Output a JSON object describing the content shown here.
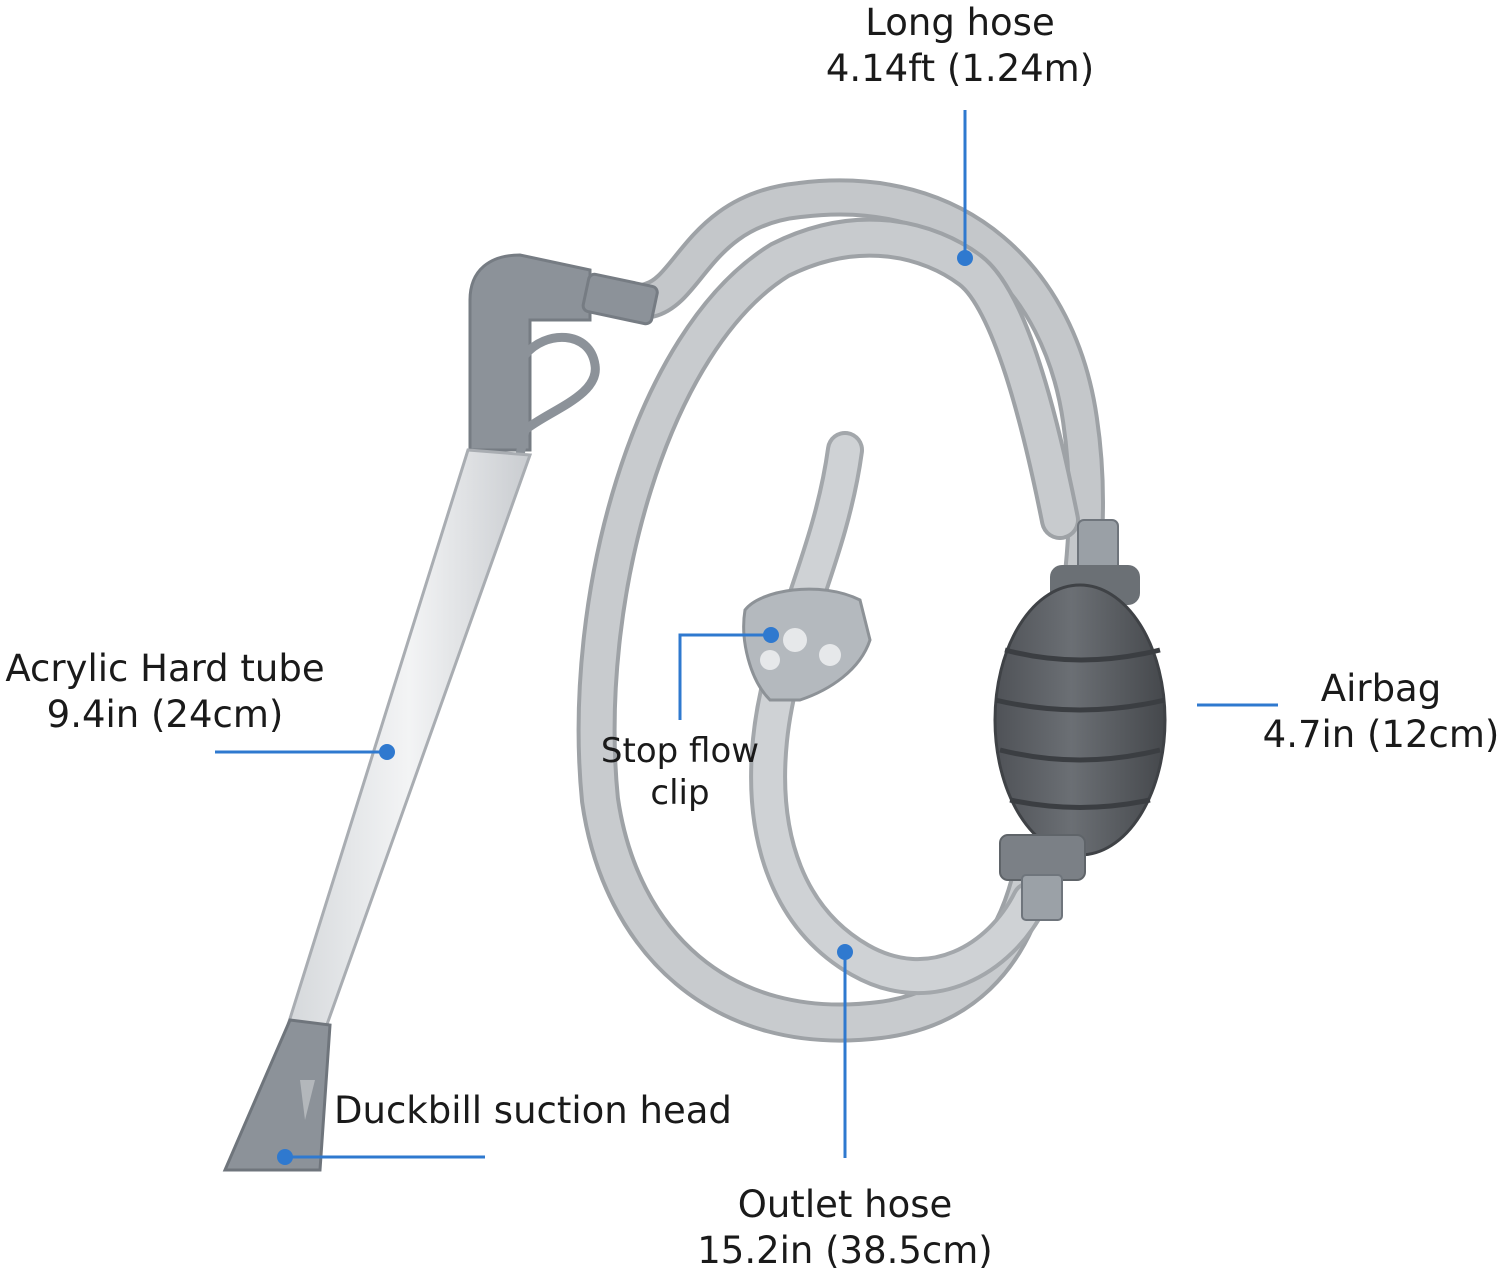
{
  "colors": {
    "leader": "#2f79cf",
    "hose": "#c4c7ca",
    "hose_edge": "#9ea2a6",
    "fitting": "#8c9299",
    "bulb": "#5d6166",
    "background": "#ffffff"
  },
  "labels": {
    "long_hose": {
      "name": "Long hose",
      "size": "4.14ft (1.24m)"
    },
    "acrylic_tube": {
      "name": "Acrylic Hard tube",
      "size": "9.4in (24cm)"
    },
    "stop_clip": {
      "line1": "Stop flow",
      "line2": "clip"
    },
    "airbag": {
      "name": "Airbag",
      "size": "4.7in (12cm)"
    },
    "duckbill": {
      "name": "Duckbill suction head"
    },
    "outlet_hose": {
      "name": "Outlet hose",
      "size": "15.2in (38.5cm)"
    }
  }
}
